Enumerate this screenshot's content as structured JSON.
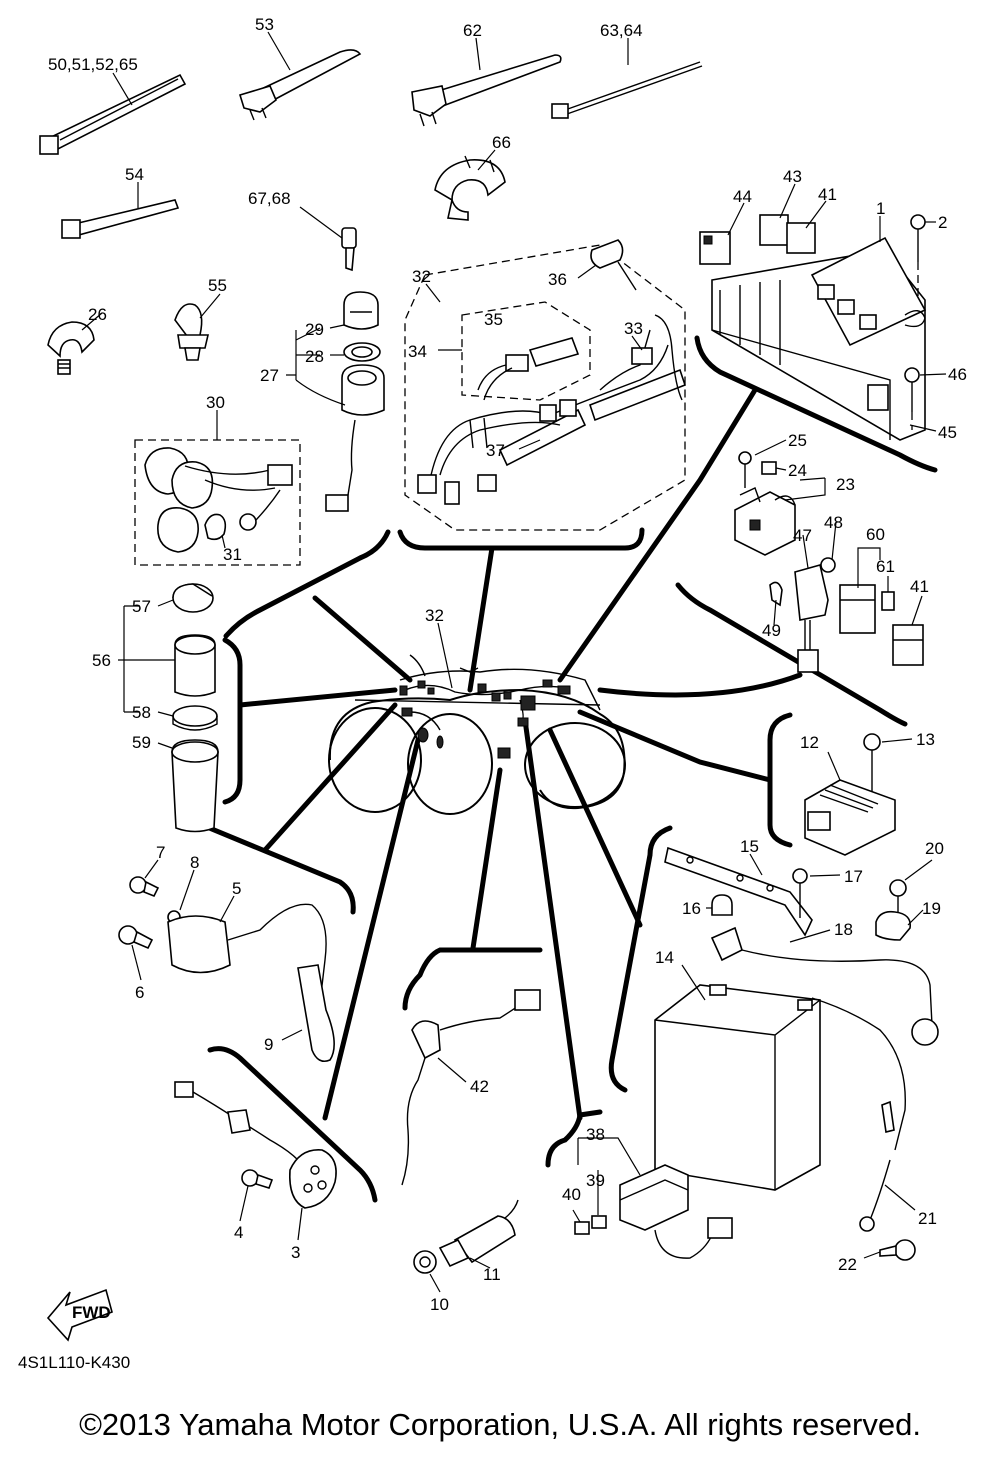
{
  "diagram_code": "4S1L110-K430",
  "copyright": "©2013 Yamaha Motor Corporation, U.S.A. All rights reserved.",
  "fwd_label": "FWD",
  "callouts": [
    {
      "id": "c-50-51-52-65",
      "text": "50,51,52,65"
    },
    {
      "id": "c-53",
      "text": "53"
    },
    {
      "id": "c-62",
      "text": "62"
    },
    {
      "id": "c-63-64",
      "text": "63,64"
    },
    {
      "id": "c-66",
      "text": "66"
    },
    {
      "id": "c-54",
      "text": "54"
    },
    {
      "id": "c-67-68",
      "text": "67,68"
    },
    {
      "id": "c-44",
      "text": "44"
    },
    {
      "id": "c-43",
      "text": "43"
    },
    {
      "id": "c-41a",
      "text": "41"
    },
    {
      "id": "c-1",
      "text": "1"
    },
    {
      "id": "c-2",
      "text": "2"
    },
    {
      "id": "c-32a",
      "text": "32"
    },
    {
      "id": "c-36",
      "text": "36"
    },
    {
      "id": "c-35",
      "text": "35"
    },
    {
      "id": "c-33",
      "text": "33"
    },
    {
      "id": "c-34",
      "text": "34"
    },
    {
      "id": "c-37",
      "text": "37"
    },
    {
      "id": "c-26",
      "text": "26"
    },
    {
      "id": "c-55",
      "text": "55"
    },
    {
      "id": "c-29",
      "text": "29"
    },
    {
      "id": "c-28",
      "text": "28"
    },
    {
      "id": "c-27",
      "text": "27"
    },
    {
      "id": "c-46",
      "text": "46"
    },
    {
      "id": "c-45",
      "text": "45"
    },
    {
      "id": "c-30",
      "text": "30"
    },
    {
      "id": "c-31",
      "text": "31"
    },
    {
      "id": "c-25",
      "text": "25"
    },
    {
      "id": "c-24",
      "text": "24"
    },
    {
      "id": "c-23",
      "text": "23"
    },
    {
      "id": "c-48",
      "text": "48"
    },
    {
      "id": "c-47",
      "text": "47"
    },
    {
      "id": "c-60",
      "text": "60"
    },
    {
      "id": "c-61",
      "text": "61"
    },
    {
      "id": "c-41b",
      "text": "41"
    },
    {
      "id": "c-49",
      "text": "49"
    },
    {
      "id": "c-57",
      "text": "57"
    },
    {
      "id": "c-56",
      "text": "56"
    },
    {
      "id": "c-32b",
      "text": "32"
    },
    {
      "id": "c-58",
      "text": "58"
    },
    {
      "id": "c-59",
      "text": "59"
    },
    {
      "id": "c-12",
      "text": "12"
    },
    {
      "id": "c-13",
      "text": "13"
    },
    {
      "id": "c-7",
      "text": "7"
    },
    {
      "id": "c-8",
      "text": "8"
    },
    {
      "id": "c-5",
      "text": "5"
    },
    {
      "id": "c-6",
      "text": "6"
    },
    {
      "id": "c-15",
      "text": "15"
    },
    {
      "id": "c-20",
      "text": "20"
    },
    {
      "id": "c-17",
      "text": "17"
    },
    {
      "id": "c-16",
      "text": "16"
    },
    {
      "id": "c-19",
      "text": "19"
    },
    {
      "id": "c-18",
      "text": "18"
    },
    {
      "id": "c-14",
      "text": "14"
    },
    {
      "id": "c-9",
      "text": "9"
    },
    {
      "id": "c-42",
      "text": "42"
    },
    {
      "id": "c-38",
      "text": "38"
    },
    {
      "id": "c-39",
      "text": "39"
    },
    {
      "id": "c-40",
      "text": "40"
    },
    {
      "id": "c-4",
      "text": "4"
    },
    {
      "id": "c-3",
      "text": "3"
    },
    {
      "id": "c-11",
      "text": "11"
    },
    {
      "id": "c-10",
      "text": "10"
    },
    {
      "id": "c-21",
      "text": "21"
    },
    {
      "id": "c-22",
      "text": "22"
    }
  ]
}
